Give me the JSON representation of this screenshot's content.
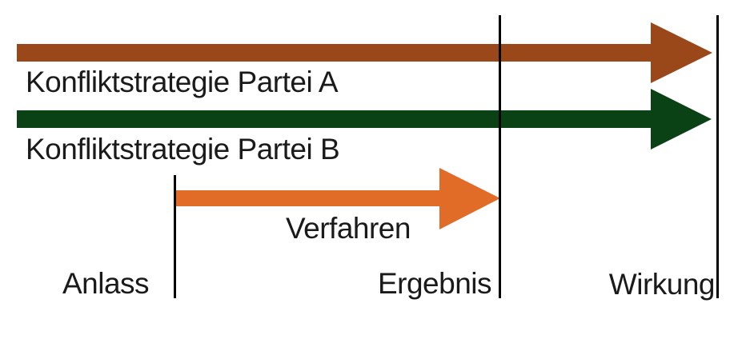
{
  "diagram": {
    "arrows": [
      {
        "id": "konfliktstrategie-partei-a",
        "label": "Konfliktstrategie Partei A",
        "color": "#9a4719"
      },
      {
        "id": "konfliktstrategie-partei-b",
        "label": "Konfliktstrategie Partei B",
        "color": "#0b4215"
      },
      {
        "id": "verfahren",
        "label": "Verfahren",
        "color": "#e06c28"
      }
    ],
    "milestones": [
      {
        "id": "anlass",
        "label": "Anlass"
      },
      {
        "id": "ergebnis",
        "label": "Ergebnis"
      },
      {
        "id": "wirkung",
        "label": "Wirkung"
      }
    ],
    "colors": {
      "line": "#000000",
      "text": "#1a1a1a",
      "background": "#ffffff"
    }
  }
}
